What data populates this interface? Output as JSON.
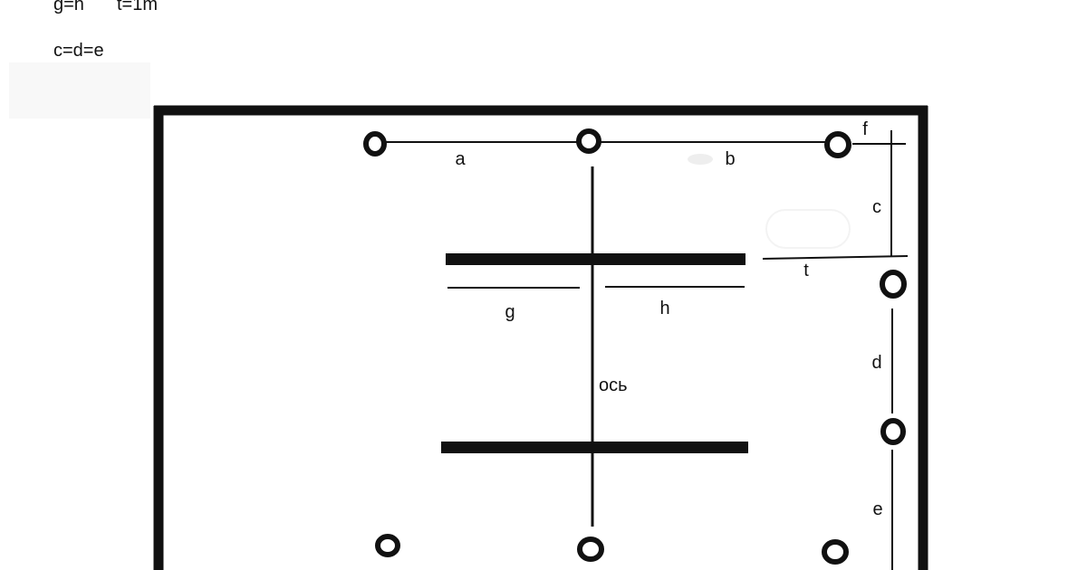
{
  "notes": {
    "equality_gh": "g=h",
    "t_value": "t=1m",
    "equality_cde": "c=d=e"
  },
  "labels": {
    "a": "a",
    "b": "b",
    "c": "c",
    "d": "d",
    "e": "e",
    "f": "f",
    "g": "g",
    "h": "h",
    "t": "t",
    "axis": "ось"
  },
  "colors": {
    "ink": "#111111",
    "background": "#ffffff"
  }
}
